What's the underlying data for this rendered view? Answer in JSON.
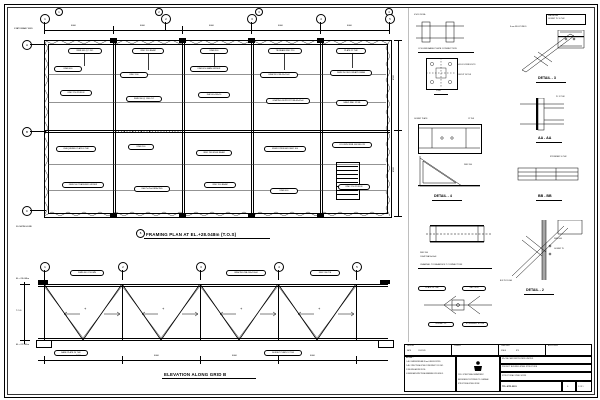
{
  "sheet": {
    "background_color": "#ffffff",
    "line_color": "#000000",
    "border_label_tl": "A",
    "corner_marks": [
      "1",
      "2",
      "3",
      "4",
      "5",
      "6"
    ]
  },
  "plan": {
    "title": "FRAMING PLAN AT EL.+28.048m (T.O.S)",
    "grid_bubbles_top": [
      "1",
      "2",
      "3",
      "4",
      "5"
    ],
    "grid_bubbles_left": [
      "A",
      "B",
      "C"
    ],
    "note_left_top": "STATIONARY END",
    "note_left_bottom": "FLOATING END",
    "dim_top": "6000",
    "dim_left": "4500",
    "callouts": [
      "ISMB 400 @ 1 NO.",
      "ISMC 300 BEAM",
      "ISMB 300",
      "TIE BEAM ISMC 250",
      "PLATE 12 THK",
      "ISMB 400",
      "ISMC 300",
      "ISMB 450 MAIN GIRDER",
      "BRACING ISA 90x90x8",
      "ISMB 350 SECONDARY BEAM",
      "ISMC 250 PURLIN",
      "ISMB 300 @ 1500 C/C",
      "ISA 100x100x10",
      "GRATING SUPPORT ISA 65x65x6",
      "HAND RAIL 32 NB",
      "CHEQUERED PLATE 6 THK",
      "ISMB 200",
      "ISMC 200 EDGE BEAM",
      "STAIR STRINGER ISMC 300",
      "COLUMN ISMB 400 BELOW",
      "ISMB 500 TRANSFER GIRDER",
      "ISA 75x75x6 BRACING"
    ]
  },
  "elevation": {
    "title": "ELEVATION ALONG GRID B",
    "grid_bubbles": [
      "1",
      "2",
      "3",
      "4",
      "5"
    ],
    "left_notes": [
      "EL.+28.048m",
      "T.O.S",
      "EL.+22.500m"
    ],
    "callouts": [
      "ISMB 400 COLUMN",
      "BRACING ISA 100x100x8",
      "ISMC 300 TIE",
      "BASE PLATE 20 THK",
      "GUSSET PLATE 12 THK"
    ]
  },
  "details": [
    {
      "id": "detail-plan-plate",
      "title": "COLUMN BASE PLATE CONNECTION",
      "label_plan": "PLAN",
      "notes": [
        "4 NOS 24 DIA",
        "HOLD DOWN BOLTS",
        "GROUT 50 THK"
      ]
    },
    {
      "id": "detail-3",
      "title": "DETAIL - 3",
      "notes": [
        "ISA 90x90x8",
        "GUSSET PL 10 THK",
        "8 mm FILLET WELD"
      ]
    },
    {
      "id": "detail-4",
      "title": "DETAIL - 4",
      "notes": [
        "GUSSET PLATE",
        "12 THK",
        "ISMC 300"
      ]
    },
    {
      "id": "section-aa",
      "title": "AA - AA",
      "notes": [
        "PL 12 THK"
      ]
    },
    {
      "id": "section-bb",
      "title": "BB - BB",
      "notes": [
        "STIFFENER 10 THK"
      ]
    },
    {
      "id": "detail-2",
      "title": "DETAIL - 2",
      "notes": [
        "ISMB 400",
        "GUSSET PL",
        "BOLTS 20 DIA"
      ]
    },
    {
      "id": "detail-channel",
      "title": "CHANNEL TO BEAM BOLT CONNECTION",
      "notes": [
        "ISMC 300",
        "CLEAT ISA 90x90x8"
      ]
    },
    {
      "id": "detail-section-small",
      "title": "SECTION",
      "notes": [
        "PLATE 16 THK"
      ]
    }
  ],
  "titleblock": {
    "notes_heading": "NOTES :",
    "notes": [
      "1. ALL DIMENSIONS ARE IN mm UNLESS NOTED.",
      "2. ALL STRUCTURAL STEEL CONFORMS TO IS 2062.",
      "3. WELDING AS PER IS 816.",
      "4. REFER ARCHITECTURAL DRAWING FOR LEVELS."
    ],
    "client": "M/s TALCHER FERTILIZERS LIMITED",
    "project": "PROJECT BUILDING STEEL STRUCTURE",
    "drawing_title": "NEW ENERGY SYSTEMS LTD. CHENNAI",
    "drawing_title_2": "STRUCTURAL STEEL WORK",
    "drawing_no_label": "DWG. NO.",
    "drawing_no": "TFL-STR-2201",
    "rev_label": "REV.",
    "rev": "0",
    "scale_label": "SCALE",
    "scale": "NTS",
    "sheet_label": "SHEET",
    "sheet": "1 OF 1",
    "date_label": "DATE",
    "date": "12.03.2019",
    "cols": [
      "DESIGN",
      "DRAWN",
      "CHECKED",
      "APPROVED"
    ],
    "stamp": "CIVIL / STRUCTURAL DEPARTMENT"
  }
}
